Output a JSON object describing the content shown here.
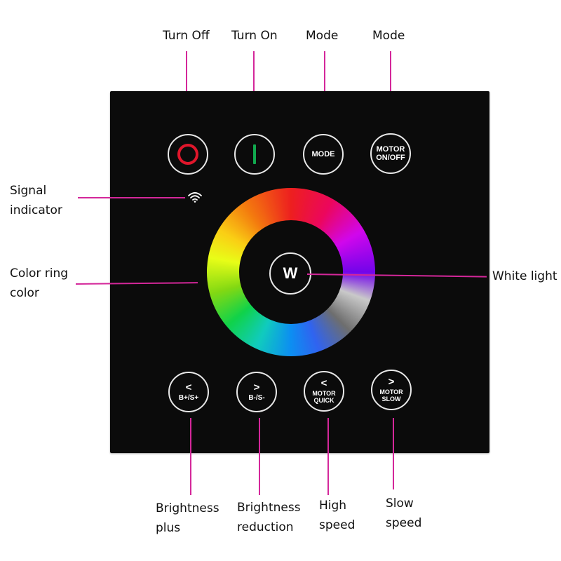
{
  "top_labels": {
    "turn_off": "Turn Off",
    "turn_on": "Turn On",
    "mode": "Mode",
    "motor_mode": "Mode"
  },
  "side_labels": {
    "signal_indicator": "Signal\nindicator",
    "color_ring": "Color ring\ncolor",
    "white_light": "White light"
  },
  "bottom_labels": {
    "brightness_plus": "Brightness\nplus",
    "brightness_reduction": "Brightness\nreduction",
    "high_speed": "High\nspeed",
    "slow_speed": "Slow\nspeed"
  },
  "buttons": {
    "mode": "MODE",
    "motor_onoff": "MOTOR\nON/OFF",
    "white": "W",
    "bplus_chev": "<",
    "bplus": "B+/S+",
    "bminus_chev": ">",
    "bminus": "B-/S-",
    "motor_quick_chev": "<",
    "motor_quick": "MOTOR\nQUICK",
    "motor_slow_chev": ">",
    "motor_slow": "MOTOR\nSLOW"
  },
  "colors": {
    "callout_line": "#d4279a",
    "panel": "#0b0b0b",
    "off_indicator": "#e0162b",
    "on_indicator": "#11a84e"
  },
  "icons": {
    "signal": "wifi-icon",
    "power_off": "power-off-ring-icon",
    "power_on": "power-on-bar-icon"
  }
}
